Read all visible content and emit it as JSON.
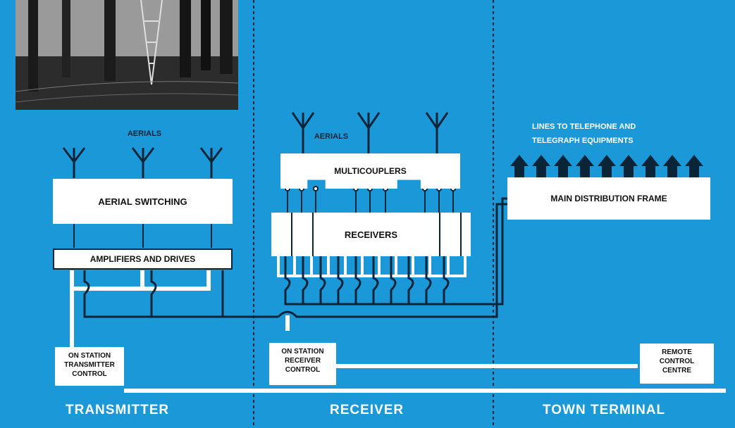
{
  "photo": {
    "alt": "aerial-masts-photo"
  },
  "transmitter": {
    "aerials_label": "AERIALS",
    "switching_label": "AERIAL SWITCHING",
    "amplifiers_label": "AMPLIFIERS AND DRIVES",
    "control_label_1": "ON STATION",
    "control_label_2": "TRANSMITTER",
    "control_label_3": "CONTROL",
    "section_label": "TRANSMITTER"
  },
  "receiver": {
    "aerials_label": "AERIALS",
    "multicouplers_label": "MULTICOUPLERS",
    "receivers_label": "RECEIVERS",
    "control_label_1": "ON STATION",
    "control_label_2": "RECEIVER",
    "control_label_3": "CONTROL",
    "section_label": "RECEIVER"
  },
  "town_terminal": {
    "lines_label_1": "LINES TO TELEPHONE AND",
    "lines_label_2": "TELEGRAPH EQUIPMENTS",
    "mdf_label": "MAIN DISTRIBUTION FRAME",
    "remote_label_1": "REMOTE",
    "remote_label_2": "CONTROL",
    "remote_label_3": "CENTRE",
    "section_label": "TOWN TERMINAL"
  },
  "colors": {
    "background": "#1a98d8",
    "line_dark": "#0a2438",
    "line_light": "#ffffff"
  }
}
